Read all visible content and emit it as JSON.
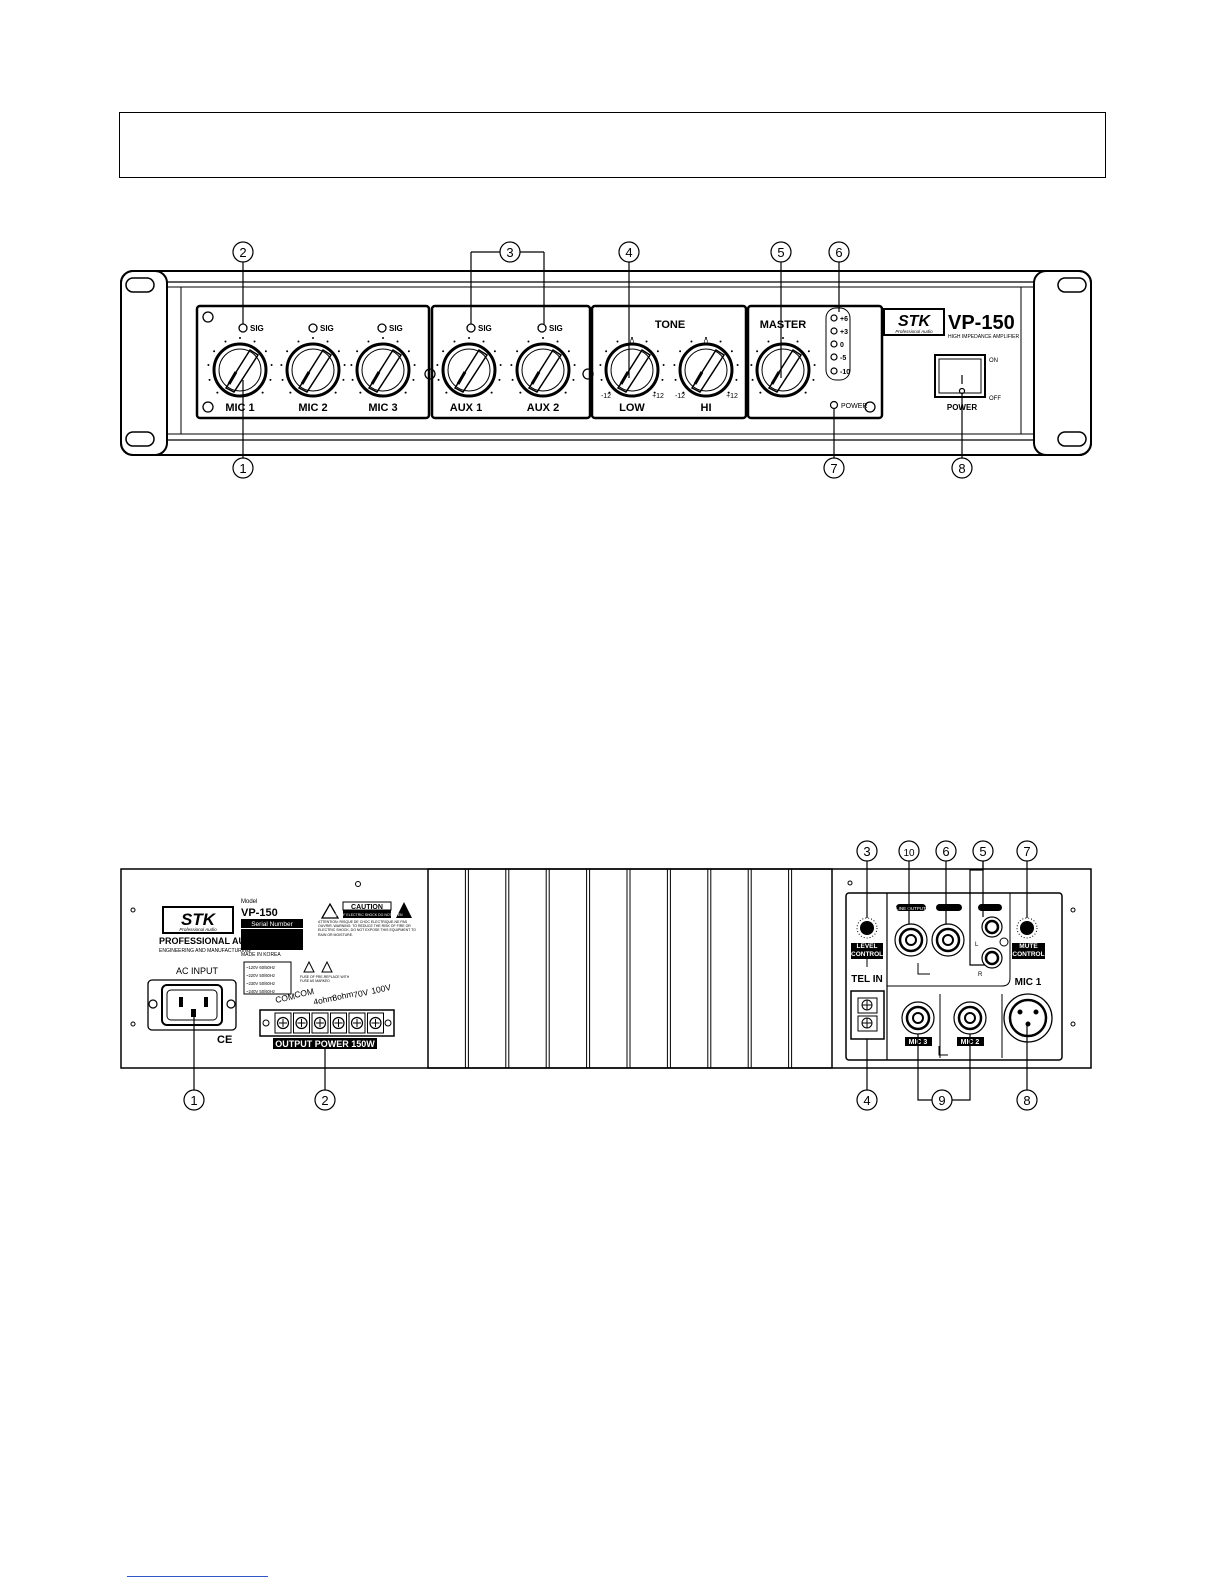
{
  "header": {
    "title": ""
  },
  "front_panel": {
    "brand": "STK",
    "brand_sub": "Professional Audio",
    "model": "VP-150",
    "model_sub": "HIGH IMPEDANCE AMPLIFIER",
    "sig_label": "SIG",
    "channels": [
      {
        "label": "MIC 1"
      },
      {
        "label": "MIC 2"
      },
      {
        "label": "MIC 3"
      },
      {
        "label": "AUX 1"
      },
      {
        "label": "AUX 2"
      }
    ],
    "tone_title": "TONE",
    "tone_knobs": [
      {
        "label": "LOW",
        "min": "-12",
        "max": "+12",
        "center": "0"
      },
      {
        "label": "HI",
        "min": "-12",
        "max": "+12",
        "center": "0"
      }
    ],
    "master_title": "MASTER",
    "level_leds": [
      "+6",
      "+3",
      "0",
      "-5",
      "-10"
    ],
    "power_led_label": "POWER",
    "power_switch_label": "POWER",
    "switch_on": "ON",
    "switch_off": "OFF",
    "callouts": [
      "2",
      "3",
      "4",
      "5",
      "6",
      "1",
      "7",
      "8"
    ]
  },
  "rear_panel": {
    "brand": "STK",
    "brand_sub": "Professional Audio",
    "model_caption": "Model",
    "model": "VP-150",
    "serial_label": "Serial Number",
    "professional": "PROFESSIONAL AUDIO",
    "engineering": "ENGINEERING AND MANUFACTURING",
    "made_in": "MADE IN KOREA",
    "caution": "CAUTION",
    "caution_sub": "RISK OF ELECTRIC SHOCK DO NOT OPEN",
    "warning_text": "ATTENTION: RISQUE DE CHOC ELECTRIQUE-NE PAS OUVRIR. WARNING: TO REDUCE THE RISK OF FIRE OR ELECTRIC SHOCK, DO NOT EXPOSE THIS EQUIPMENT TO RAIN OR MOISTURE.",
    "voltages": [
      "~120V 60/50Hz",
      "~220V 50/60Hz",
      "~230V 50/60Hz",
      "~240V 50/60Hz"
    ],
    "fuse_text": "FUSE OF PRE-REPLACE WITH FUSE AS MARKED",
    "ac_input": "AC INPUT",
    "ce": "CE",
    "terminals": [
      "COM",
      "COM",
      "4ohm",
      "8ohm",
      "70V",
      "100V"
    ],
    "output_power": "OUTPUT POWER 150W",
    "level_control": "LEVEL CONTROL",
    "tel_in": "TEL IN",
    "line_output": "LINE OUTPUT",
    "rca_l": "L",
    "rca_r": "R",
    "mute_control": "MUTE CONTROL",
    "mic1": "MIC 1",
    "mic3": "MIC 3",
    "mic2": "MIC 2",
    "callouts": [
      "3",
      "10",
      "6",
      "5",
      "7",
      "1",
      "2",
      "4",
      "9",
      "8"
    ]
  }
}
